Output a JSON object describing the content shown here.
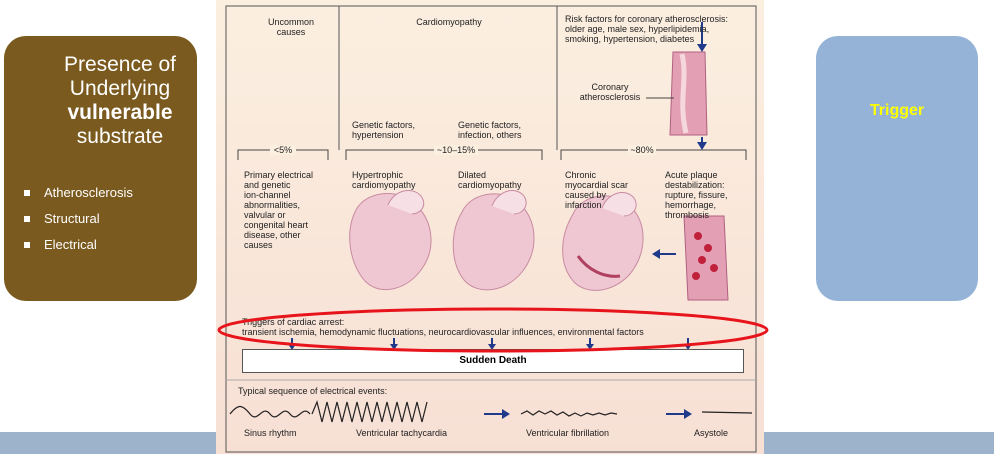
{
  "left_panel": {
    "title_line1": "Presence of",
    "title_line2": "Underlying",
    "title_bold": "vulnerable",
    "title_line4": "substrate",
    "items": [
      "Atherosclerosis",
      "Structural",
      "Electrical"
    ]
  },
  "right_panel": {
    "label": "Trigger"
  },
  "diagram": {
    "uncommon_line1": "Uncommon",
    "uncommon_line2": "causes",
    "cardiomyopathy": "Cardiomyopathy",
    "risk_l1": "Risk factors for coronary atherosclerosis:",
    "risk_l2": "older age, male sex, hyperlipidemia,",
    "risk_l3": "smoking, hypertension, diabetes",
    "coronary_l1": "Coronary",
    "coronary_l2": "atherosclerosis",
    "genetic_a_l1": "Genetic factors,",
    "genetic_a_l2": "hypertension",
    "genetic_b_l1": "Genetic factors,",
    "genetic_b_l2": "infection, others",
    "pct_a": "<5%",
    "pct_b": "~10–15%",
    "pct_c": "~80%",
    "primary": [
      "Primary electrical",
      "and genetic",
      "ion-channel",
      "abnormalities,",
      "valvular or",
      "congenital heart",
      "disease, other",
      "causes"
    ],
    "hypertrophic_l1": "Hypertrophic",
    "hypertrophic_l2": "cardiomyopathy",
    "dilated_l1": "Dilated",
    "dilated_l2": "cardiomyopathy",
    "chronic": [
      "Chronic",
      "myocardial scar",
      "caused by",
      "infarction"
    ],
    "acute": [
      "Acute plaque",
      "destabilization:",
      "rupture, fissure,",
      "hemorrhage,",
      "thrombosis"
    ],
    "triggers_l1": "Triggers of cardiac arrest:",
    "triggers_l2": "transient ischemia, hemodynamic fluctuations, neurocardiovascular influences, environmental factors",
    "sudden_death": "Sudden Death",
    "sequence": "Typical sequence of electrical events:",
    "rhythms": [
      "Sinus rhythm",
      "Ventricular tachycardia",
      "Ventricular fibrillation",
      "Asystole"
    ]
  },
  "colors": {
    "left_panel": "#7a5a1e",
    "right_panel": "#95b3d7",
    "trigger_text": "#ffff00",
    "highlight_ellipse": "#e8141c",
    "arrow": "#1f3a8a",
    "band": "#9db3cc"
  }
}
